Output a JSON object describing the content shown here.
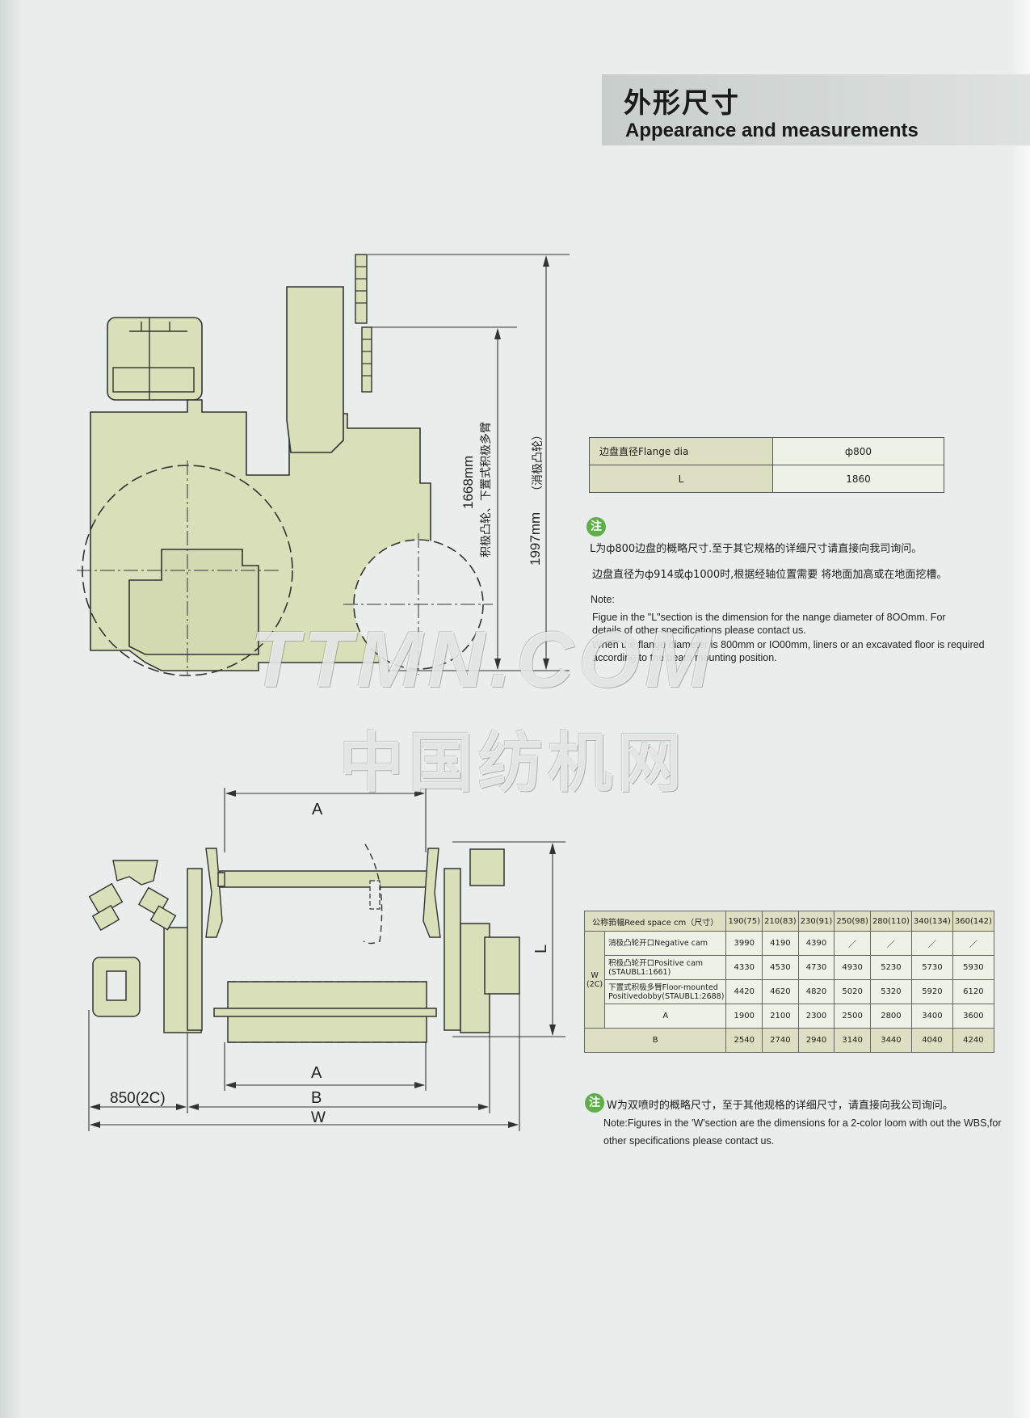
{
  "header": {
    "title_cn": "外形尺寸",
    "title_en": "Appearance and measurements"
  },
  "side_drawing": {
    "dim_1668": "1668mm",
    "dim_1668_sub": "积极凸轮、下置式积极多臂",
    "dim_1997": "1997mm",
    "dim_1997_sub": "（消极凸轮）"
  },
  "flange_table": {
    "rows": [
      {
        "label": "边盘直径Flange dia",
        "value": "ф800"
      },
      {
        "label": "L",
        "value": "1860"
      }
    ]
  },
  "note1": {
    "icon": "注",
    "cn_line1": "L为ф800边盘的概略尺寸.至于其它规格的详细尺寸请直接向我司询问。",
    "cn_line2": "边盘直径为ф914或ф1000时,根据经轴位置需要 将地面加高或在地面挖槽。",
    "en_heading": "Note:",
    "en_line1": "Figue in the \"L\"section is the dimension for the nange diameter of 8OOmm. For",
    "en_line2": "details of other specifications please contact us.",
    "en_line3": "When the flange diameter is 800mm or IO00mm, liners or an excavated floor is required",
    "en_line4": "according to the beam mounting position."
  },
  "top_drawing": {
    "label_A_top": "A",
    "label_A_bottom": "A",
    "label_L": "L",
    "label_B": "B",
    "label_W": "W",
    "label_850": "850(2C)"
  },
  "reed_table": {
    "header_label": "公称筘幅Reed space cm（尺寸）",
    "columns": [
      "190(75)",
      "210(83)",
      "230(91)",
      "250(98)",
      "280(110)",
      "340(134)",
      "360(142)"
    ],
    "group_label": "W\n(2C)",
    "rows": [
      {
        "label": "消极凸轮开口Negative cam",
        "values": [
          "3990",
          "4190",
          "4390",
          "／",
          "／",
          "／",
          "／"
        ]
      },
      {
        "label": "积极凸轮开口Positive cam (STAUBL1:1661)",
        "values": [
          "4330",
          "4530",
          "4730",
          "4930",
          "5230",
          "5730",
          "5930"
        ]
      },
      {
        "label": "下置式积极多臂Floor-mounted Positivedobby(STAUBL1:2688)",
        "values": [
          "4420",
          "4620",
          "4820",
          "5020",
          "5320",
          "5920",
          "6120"
        ]
      },
      {
        "label": "A",
        "values": [
          "1900",
          "2100",
          "2300",
          "2500",
          "2800",
          "3400",
          "3600"
        ]
      }
    ],
    "b_row": {
      "label": "B",
      "values": [
        "2540",
        "2740",
        "2940",
        "3140",
        "3440",
        "4040",
        "4240"
      ]
    }
  },
  "note2": {
    "icon": "注",
    "cn_line": "W为双喷时的概略尺寸，至于其他规格的详细尺寸，请直接向我公司询问。",
    "en_line1": "Note:Figures in the 'W'section are the dimensions for a 2-color loom with out the WBS,for",
    "en_line2": "other specifications please contact us."
  },
  "watermark": {
    "line1": "TTMN.COM",
    "line2": "中国纺机网"
  }
}
